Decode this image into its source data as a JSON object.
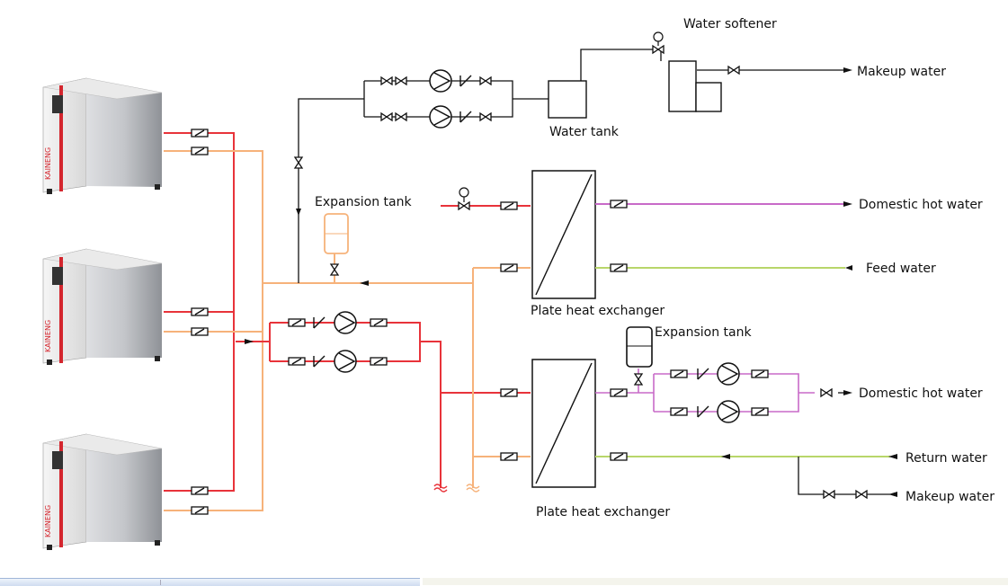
{
  "labels": {
    "water_softener": "Water softener",
    "makeup_water_top": "Makeup water",
    "water_tank": "Water tank",
    "expansion_tank_1": "Expansion tank",
    "expansion_tank_2": "Expansion tank",
    "domestic_hot_water_1": "Domestic hot water",
    "domestic_hot_water_2": "Domestic hot water",
    "feed_water": "Feed water",
    "plate_heat_exchanger_1": "Plate heat exchanger",
    "plate_heat_exchanger_2": "Plate heat exchanger",
    "return_water": "Return water",
    "makeup_water_bottom": "Makeup water"
  },
  "boilers": [
    {
      "brand": "KAINENG"
    },
    {
      "brand": "KAINENG"
    },
    {
      "brand": "KAINENG"
    }
  ],
  "colors": {
    "hot_supply": "#e8333a",
    "return_line": "#f6b27a",
    "domestic": "#c86ac8",
    "feed": "#b8d66a",
    "black_line": "#111111"
  }
}
